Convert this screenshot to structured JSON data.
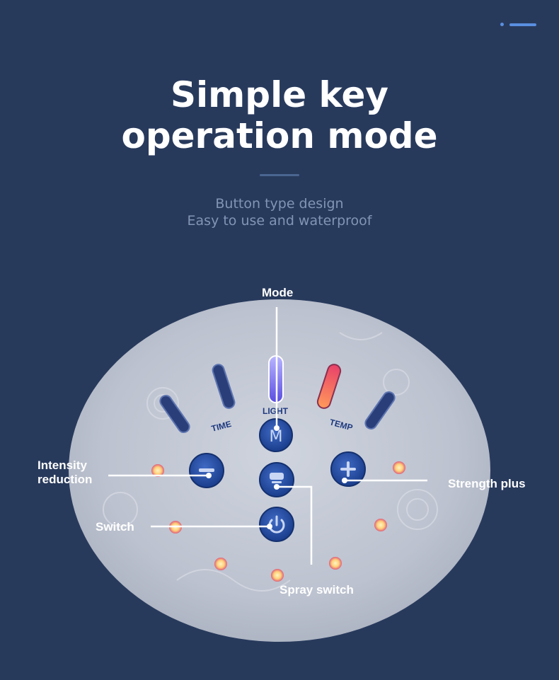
{
  "header": {
    "title_line1": "Simple key",
    "title_line2": "operation mode",
    "subtitle_line1": "Button type design",
    "subtitle_line2": "Easy to use and waterproof"
  },
  "panel": {
    "label_time": "TIME",
    "label_light": "LIGHT",
    "label_temp": "TEMP",
    "mode_button": "M"
  },
  "callouts": {
    "mode": "Mode",
    "intensity_line1": "Intensity",
    "intensity_line2": "reduction",
    "switch": "Switch",
    "strength_plus": "Strength plus",
    "spray_switch": "Spray switch"
  },
  "colors": {
    "background": "#283a5c",
    "accent": "#5a8fe0",
    "button_blue": "#1f4aa0",
    "led_amber": "#ffd27a"
  }
}
